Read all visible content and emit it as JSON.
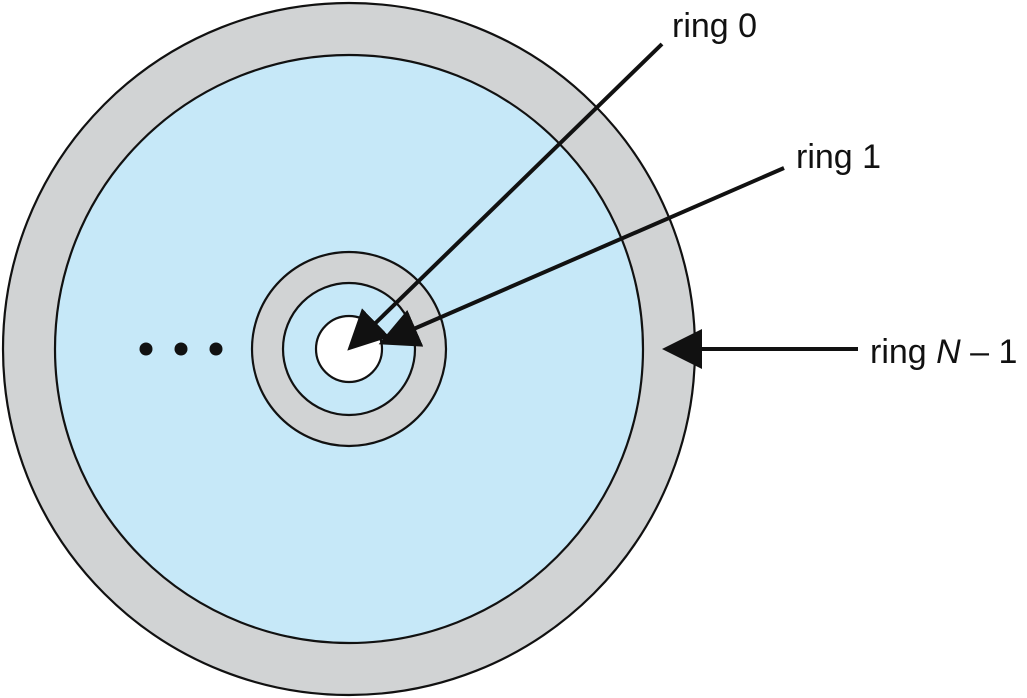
{
  "labels": {
    "ring0": "ring 0",
    "ring1": "ring 1",
    "ringN_prefix": "ring ",
    "ringN_var": "N",
    "ringN_suffix": " – 1"
  },
  "ellipsis": "• • •",
  "colors": {
    "outer_ring": "#D1D3D4",
    "light_blue": "#C6E8F8",
    "inner_gray_ring": "#D1D3D4",
    "inner_blue_ring": "#C6E8F8",
    "center_circle": "#FFFFFF",
    "stroke": "#111111"
  }
}
